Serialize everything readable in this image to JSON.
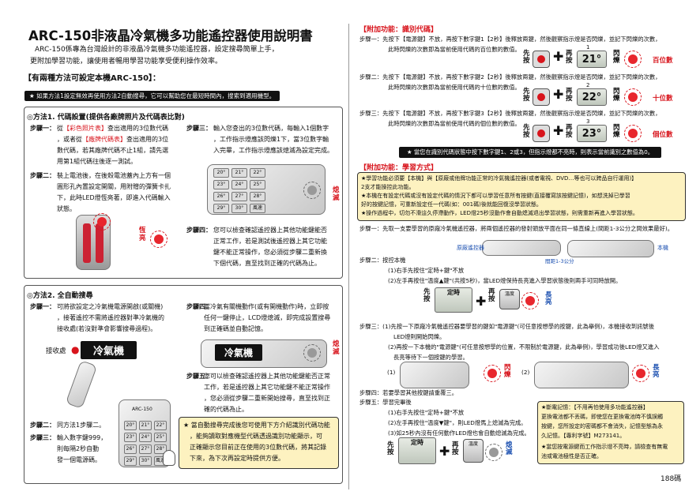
{
  "title": "ARC-150非液晶冷氣機多功能遙控器使用說明書",
  "intro": [
    "ARC-150係專為台灣設計的非液晶冷氣機多功能遙控器，設定搜尋簡單上手，",
    "更附加學習功能，讓使用者暢用學習功能享受便利操作效率。"
  ],
  "two_methods": "【有兩種方法可設定本機ARC-150】：",
  "note_bar": "★ 如果方法1設定無效再使用方法2自動搜尋，它可以幫助您在最短時間內，搜索到適用機型。",
  "m1": {
    "header": "◎方法1. 代碼設置(提供各廠牌照片及代碼表比對)",
    "s1_label": "步驟一：",
    "s1": [
      "從【彩色照片表】查出適用的3位數代碼",
      "，或者從【廠牌代碼表】查出適用的3位",
      "數代碼，若其廠牌代碼不止1組，請先選",
      "用第1組代碼往後逐一測試。"
    ],
    "s1_red1": "【彩色照片表】",
    "s1_red2": "【廠牌代碼表】",
    "s2_label": "步驟二：",
    "s2": [
      "裝上電池後，在後殼電池蓋內上方有一個",
      "圓形孔內置設定開關，用附贈的彈簧卡扎",
      "下，此時LED燈恆亮著，即進入代碼輸入",
      "狀態。"
    ],
    "s3_label": "步驟三：",
    "s3": [
      "輸入您查出的3位數代碼，每輸入1個數字",
      "，工作指示燈應該閃爍1下，當3位數字輸",
      "入完畢，工作指示燈應該熄滅為設定完成。"
    ],
    "s4_label": "步驟四：",
    "s4": [
      "您可以檢查確認遙控器上其他功能鍵能否",
      "正常工作，若是測試後遙控器上其它功能",
      "鍵不能正常操作，您必須從步驟二重新換",
      "下個代碼，直至找到正確的代碼為止。"
    ],
    "keys": [
      "20°",
      "21°",
      "22°",
      "23°",
      "24°",
      "25°",
      "26°",
      "27°",
      "28°",
      "29°",
      "30°",
      "風速"
    ],
    "off_label": "熄\n滅",
    "on_label": "恆\n亮"
  },
  "m2": {
    "header": "◎方法2. 全自動搜尋",
    "s1_label": "步驟一：",
    "s1": [
      "可將欲設定之冷氣機電源開啟(或關機)",
      "，接著遙控不需將遙控器對準冷氣機的",
      "接收處(若沒對準會影響搜尋過程)。"
    ],
    "receive": "接收處",
    "ac": "冷氣機",
    "s2_label": "步驟二：",
    "s2": [
      "同方法1步驟二。"
    ],
    "s3_label": "步驟三：",
    "s3": [
      "輸入數字鍵999，",
      "則每隔2秒自動",
      "發一個電源碼。"
    ],
    "s4_label": "步驟四：",
    "s4": [
      "當冷氣有關機動作(或有開機動作)時，立即按",
      "任何一鍵停止，LCD燈熄滅，即完成設置搜尋",
      "到正確碼並自動記憶。"
    ],
    "s5_label": "步驟五：",
    "s5": [
      "您可以檢查確認遙控器上其他功能鍵能否正常",
      "工作，若是遙控器上其它功能鍵不能正常操作",
      "，您必須從步驟二重新開始搜尋，直至找到正",
      "確的代碼為止。"
    ],
    "note": [
      "★ 當自動搜尋完成後您可使用下方介紹識別代碼功能",
      "，能夠讀取對應機型代碼透過識別功能顯示，可",
      "正確顯示您目前正在使用的3位數代碼，將其記錄",
      "下來，為下次再設定時提供方便。"
    ],
    "remote_label": "ARC-150",
    "off_label": "熄\n滅"
  },
  "id": {
    "header": "【附加功能：識別代碼】",
    "s1": [
      "步驟一：先按下【電源鍵】不放，再按下數字鍵1【2秒】後釋放兩鍵，然後觀察指示燈是否閃爍，並記下閃爍的次數，",
      "此時閃爍的次數即為當前使用代碼的百位數的數值。"
    ],
    "s2": [
      "步驟二：先按下【電源鍵】不放，再按下數字鍵2【2秒】後釋放兩鍵，然後觀察指示燈是否閃爍，並記下閃爍的次數，",
      "此時閃爍的次數即為當前使用代碼的十位數的數值。"
    ],
    "s3": [
      "步驟三：先按下【電源鍵】不放，再按下數字鍵3【2秒】後釋放兩鍵，然後觀察指示燈是否閃爍，並記下閃爍的次數，",
      "此時閃爍的次數即為當前使用代碼的個位數的數值。"
    ],
    "red1": "百位數",
    "red2": "十位數",
    "red3": "個位數",
    "press": "先\n按",
    "again": "再\n按",
    "blink": "閃\n爍",
    "lcd1": "21°",
    "lcd2": "22°",
    "lcd3": "23°",
    "n1": "1",
    "n2": "2",
    "n3": "3",
    "power": "電源",
    "note": "★ 當您在識別代碼狀態中按下數字鍵1、2或3，但指示燈都不亮時，則表示當前識別之數值為0。"
  },
  "learn": {
    "header": "【附加功能：學習方式】",
    "notes": [
      "★學習功能必須要【本機】與【原廠或他牌功能正常的冷氣機遙控器(或者電視、DVD…等也可以跨品自行運用)】",
      "  2支才能操控此功能。",
      "★本機在有設定代碼或沒有設定代碼的情況下都可以學習任意所有按鍵(直接覆寫該按鍵記憶)，如想洗掉已學習",
      "  好的按鍵記憶，可重新設定任一代碼(如：001碼)後就能回復沒學習狀態。",
      "★操作過程中，切勿不滑這久停滯動作，LED燈25秒沒動作會自動熄滅退出學習狀態，則需重新再進入學習狀態。"
    ],
    "s1": "步驟一：先取一支要學習的原廠冷氣機遙控器，將兩個遙控器的發射頭放平面在同一條直線上(間距1-3公分之間效果最好)。",
    "orig": "原廠遙控器",
    "this": "本機",
    "gap": "間距1-3公分",
    "s2_label": "步驟二：按控本機",
    "s2": [
      "(1)右手先按住\"定時+鍵\"不放",
      "(2)左手再按住\"溫度▲鍵\"(共按5秒)，當LED燈保持長亮進入學習狀態後則兩手可同時放開。"
    ],
    "timer": "定時",
    "temp": "溫度",
    "long_on": "長\n亮",
    "s3": [
      "步驟三：(1)先按一下原廠冷氣機遙控器要學習的鍵如\"電源鍵\"(可任意按想學的按鍵，此為舉例)，本機接收到訊號後",
      "LED燈則開始閃爍。",
      "(2)再按一下本機的\"電源鍵\"(可任意按想學的位置，不限制於電源鍵，此為舉例)，學習成功後LED燈又進入",
      "長亮等待下一個按鍵的學習。"
    ],
    "p1": "(1)",
    "p2": "(2)",
    "s4": "步驟四：若要學習其他按鍵請重覆三。",
    "s5_label": "步驟五：學習完畢後",
    "s5": [
      "(1)右手先按住\"定時+鍵\"不放",
      "(2)左手再按住\"溫度▼鍵\"，則LED燈馬上熄滅為完成。",
      "(3)如25秒內沒有任何動作LED燈也會自動熄滅為完成。"
    ],
    "off_label": "熄\n滅",
    "memo": [
      "★斷電記憶：【不用再怕使用多功能遙控器】",
      "  更換電池都不丟碼，即使您在更換電池時不慎誤觸",
      "  按鍵，您所設定的密碼都不會消失，記憶型態為永",
      "  久記憶。【專利字號】M273141。",
      "★當您按電源鍵而工作指示燈不亮時，請檢查有無電",
      "  池或電池極性是否正確。"
    ],
    "memo_red": "【專利字號】"
  },
  "page_no": "188碼"
}
